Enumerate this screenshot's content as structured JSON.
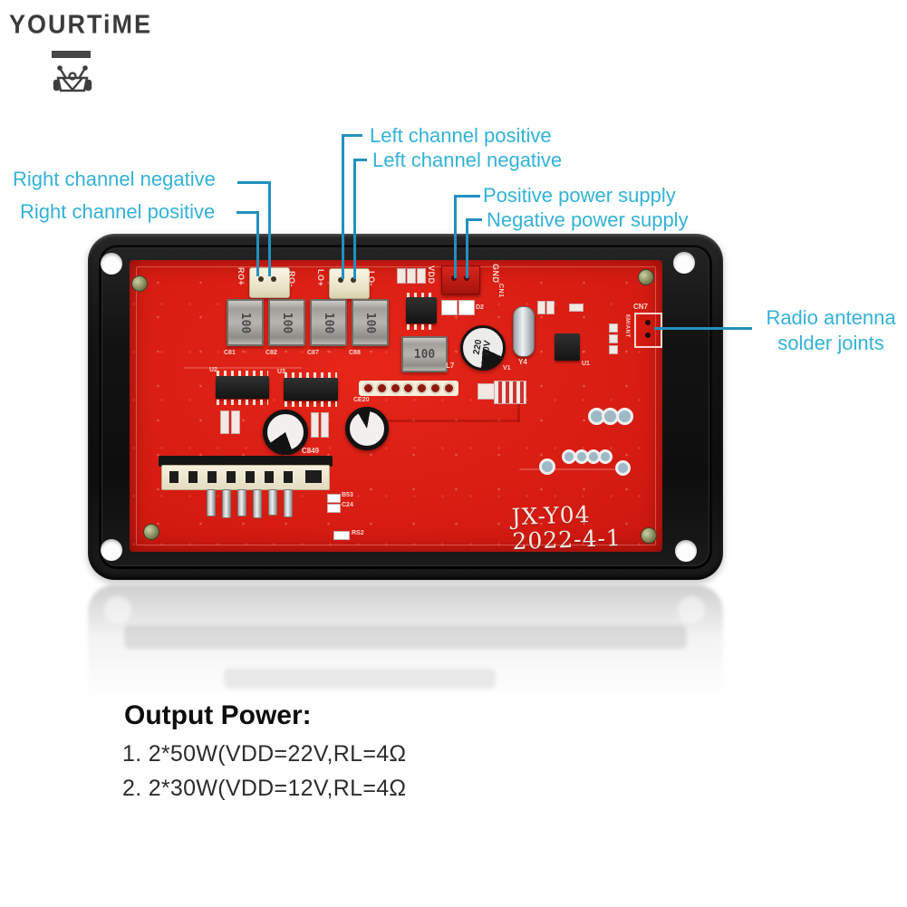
{
  "brand": {
    "name": "YOURTiME"
  },
  "callouts": {
    "left_channel_positive": "Left channel positive",
    "left_channel_negative": "Left channel negative",
    "right_channel_negative": "Right channel negative",
    "right_channel_positive": "Right channel positive",
    "positive_power_supply": "Positive power supply",
    "negative_power_supply": "Negative power supply",
    "radio_antenna_line1": "Radio antenna",
    "radio_antenna_line2": "solder joints"
  },
  "colors": {
    "callout_text": "#33b2d6",
    "callout_line": "#2191bf",
    "pcb_red": "#d31a11",
    "frame_black": "#141414"
  },
  "board_silkscreen": {
    "ro_plus": "RO+",
    "ro_minus": "RO-",
    "lo_plus": "LO+",
    "lo_minus": "LO-",
    "vdd": "VDD",
    "gnd": "GND",
    "cn1": "CN1",
    "cn7": "CN7",
    "fm_ant": "FM/ANT",
    "y4": "Y4",
    "u1": "U1",
    "u2": "U2",
    "u3": "U3",
    "d2": "D2",
    "l7": "L7",
    "c81": "C81",
    "c82": "C82",
    "c87": "C87",
    "c88": "C88",
    "c849": "C849",
    "ce20": "CE20",
    "rs2": "RS2",
    "b53": "B53",
    "c24": "C24",
    "inductor_value": "100",
    "cap_line1": "220",
    "cap_line2": "10V",
    "cap_ref": "V1",
    "model": "JX-Y04",
    "date": "2022-4-1"
  },
  "specs": {
    "title": "Output Power:",
    "items": [
      "1. 2*50W(VDD=22V,RL=4Ω",
      "2. 2*30W(VDD=12V,RL=4Ω"
    ]
  }
}
